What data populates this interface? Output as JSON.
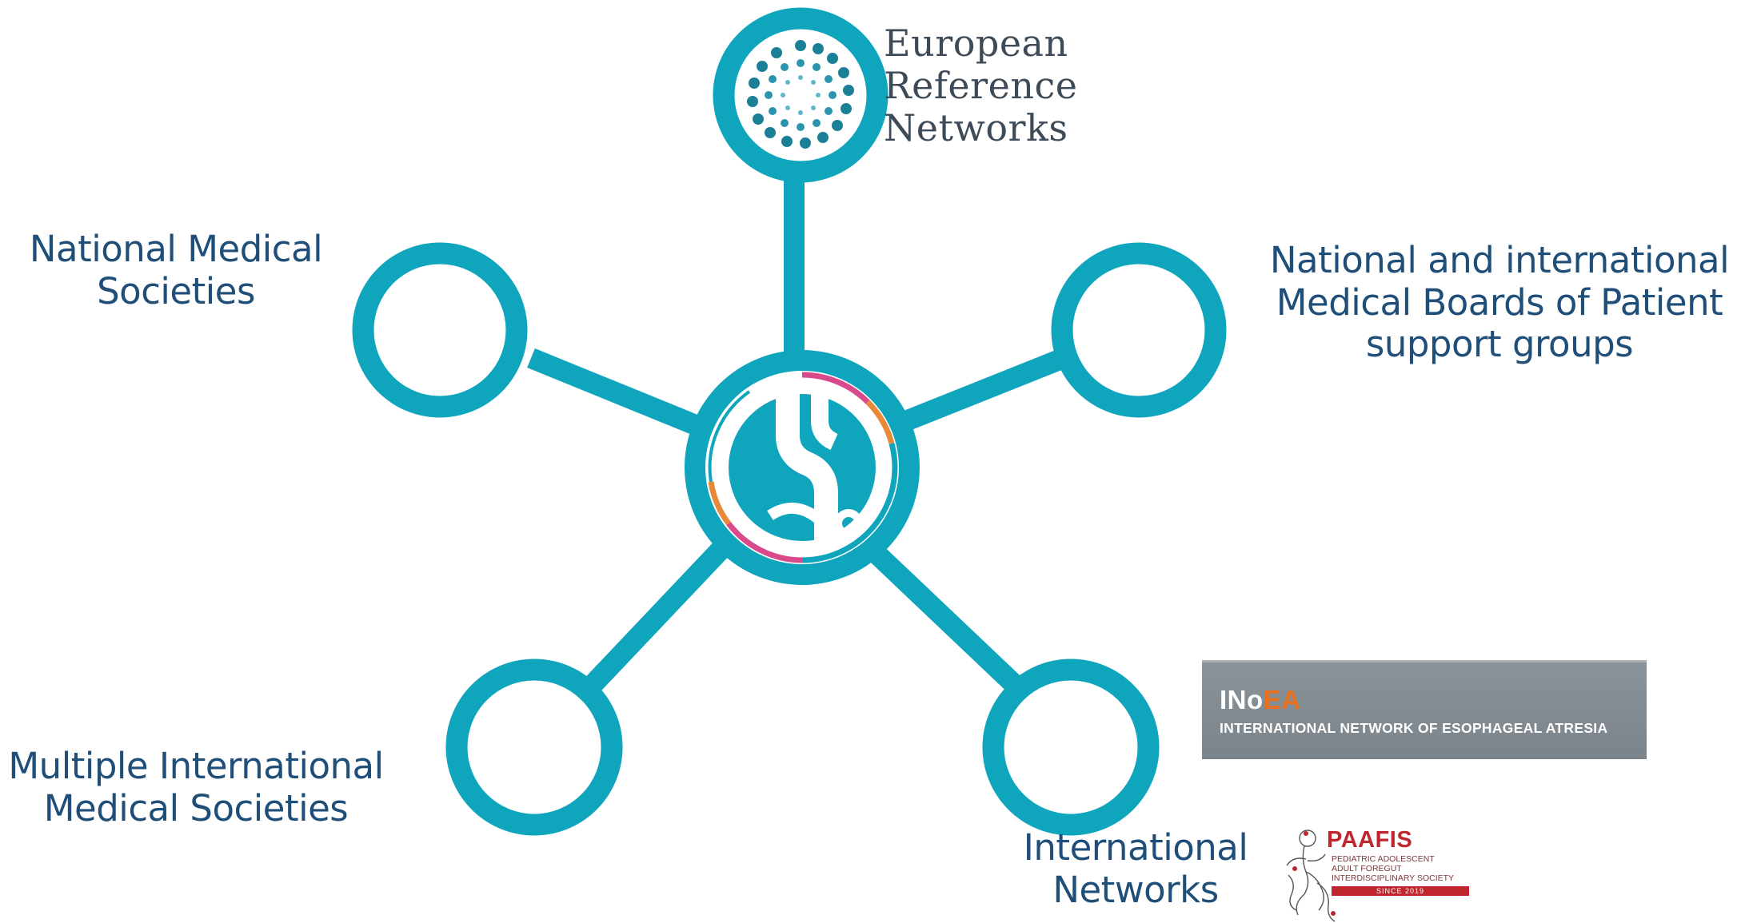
{
  "colors": {
    "hub_teal": "#0fa5bd",
    "label_blue": "#1f4e79",
    "ern_dark": "#3d4a57",
    "inoea_grey": "#848c93",
    "inoea_orange": "#e8701e",
    "paafis_red": "#c0262d",
    "ring_pink": "#d94a8c",
    "ring_orange": "#e8893a"
  },
  "labels": {
    "national_medical_societies": "National Medical\nSocieties",
    "national_intl_boards": "National and international\nMedical Boards of Patient\nsupport groups",
    "multiple_intl_societies": "Multiple International\nMedical Societies",
    "international_networks": "International\nNetworks"
  },
  "ern_logo": {
    "line1": "European",
    "line2": "Reference",
    "line3": "Networks",
    "icon": "ern-dot-ring-icon"
  },
  "inoea_logo": {
    "title_part1": "INo",
    "title_part2": "EA",
    "subtitle": "INTERNATIONAL NETWORK OF ESOPHAGEAL ATRESIA"
  },
  "paafis_logo": {
    "name": "PAAFIS",
    "description": "PEDIATRIC ADOLESCENT\nADULT FOREGUT\nINTERDISCIPLINARY SOCIETY",
    "since": "SINCE 2019",
    "icon": "child-sketch-icon"
  },
  "hub_logo": {
    "icon": "esophagus-emblem-icon"
  }
}
